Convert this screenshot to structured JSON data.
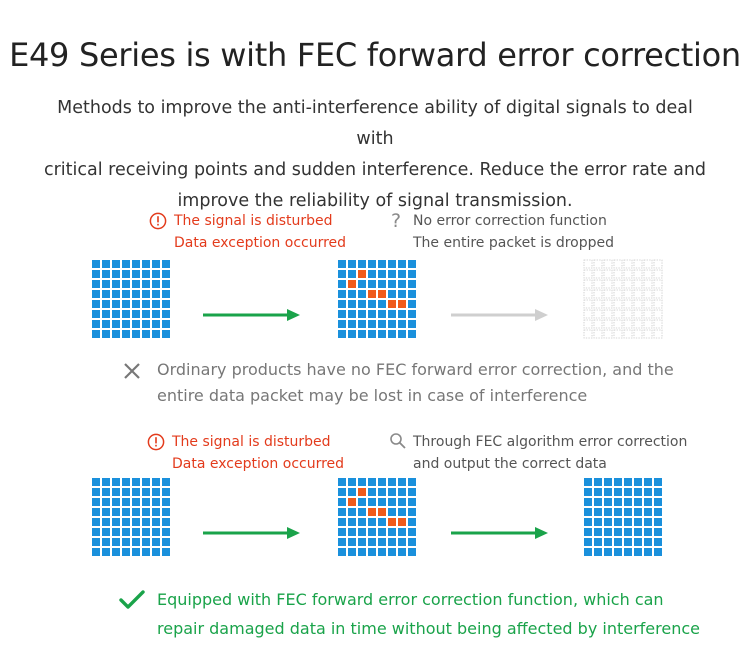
{
  "title": "E49 Series is with FEC forward error correction",
  "subtitle": {
    "lines": [
      "Methods to improve the anti-interference ability of digital signals to deal with",
      "critical receiving points and sudden interference. Reduce the error rate and",
      "improve the reliability of signal transmission."
    ]
  },
  "colors": {
    "cell": "#1a90dc",
    "error_cell": "#ef5a1b",
    "dropped_cell": "#c6c6c6",
    "red_text": "#e33b1c",
    "green": "#1aa34a",
    "gray_arrow": "#cfcfcf"
  },
  "grid": {
    "rows": 8,
    "cols": 8
  },
  "error_cells": [
    [
      1,
      2
    ],
    [
      2,
      1
    ],
    [
      3,
      3
    ],
    [
      3,
      4
    ],
    [
      4,
      5
    ],
    [
      4,
      6
    ]
  ],
  "section_no_fec": {
    "disturbed": {
      "icon": "exclamation-circle-icon",
      "line1": "The signal is disturbed",
      "line2": "Data exception occurred"
    },
    "result": {
      "icon": "question-icon",
      "line1": "No error correction function",
      "line2": "The entire packet is dropped"
    },
    "caption": {
      "icon": "cross-icon",
      "line1": "Ordinary products have no FEC forward error correction, and the",
      "line2": "entire data packet may be lost in case of interference"
    }
  },
  "section_fec": {
    "disturbed": {
      "icon": "exclamation-circle-icon",
      "line1": "The signal is disturbed",
      "line2": "Data exception occurred"
    },
    "result": {
      "icon": "magnifier-icon",
      "line1": "Through FEC algorithm error correction",
      "line2": "and output the correct data"
    },
    "caption": {
      "icon": "check-icon",
      "line1": "Equipped with FEC forward error correction function, which can",
      "line2": "repair damaged data in time without being affected by interference"
    }
  }
}
